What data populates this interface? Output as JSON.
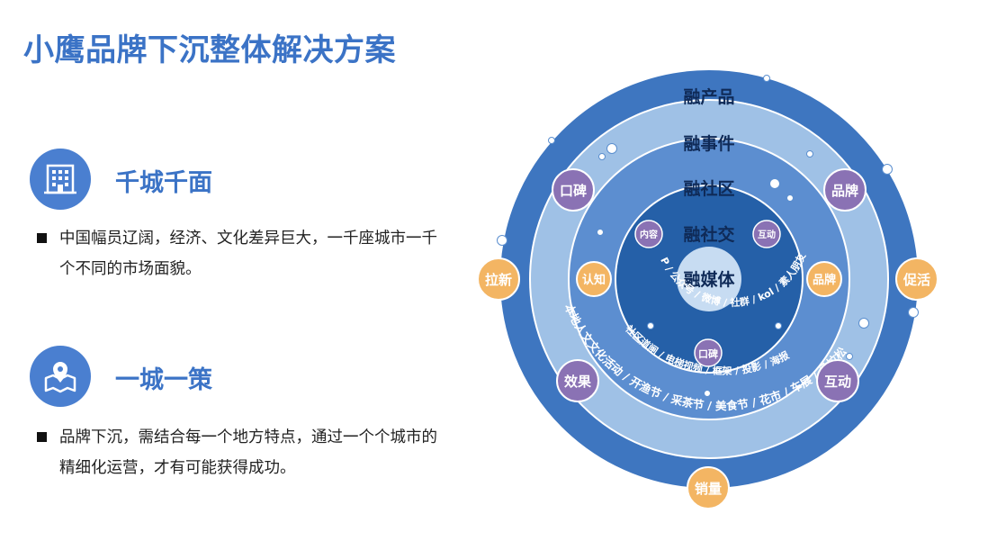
{
  "page_title": "小鹰品牌下沉整体解决方案",
  "sections": [
    {
      "icon": "building-icon",
      "heading": "千城千面",
      "text": "中国幅员辽阔，经济、文化差异巨大，一千座城市一千个不同的市场面貌。"
    },
    {
      "icon": "map-pin-icon",
      "heading": "一城一策",
      "text": "品牌下沉，需结合每一个地方特点，通过一个个城市的精细化运营，才有可能获得成功。"
    }
  ],
  "diagram": {
    "colors": {
      "ring1": "#3e76c0",
      "ring2": "#9fc1e6",
      "ring3": "#5c8ed0",
      "ring4": "#2560a8",
      "core": "#c7dcf2",
      "ring_label": "#0f2a57",
      "purple_badge": "#8a72b4",
      "orange_badge": "#f3b563"
    },
    "rings": [
      "融产品",
      "融事件",
      "融社区",
      "融社交"
    ],
    "core": "融媒体",
    "ring4_arc": [
      "APP",
      "公众号",
      "微博",
      "社群",
      "kol",
      "素人朋友圈"
    ],
    "ring3_arc": [
      "社区道闸",
      "电梯视频",
      "框架",
      "投影",
      "海报"
    ],
    "ring2_arc": [
      "本地人文文化活动",
      "开渔节",
      "采茶节",
      "美食节",
      "花市",
      "车展",
      "马拉松"
    ],
    "purple_badges": [
      "口碑",
      "品牌",
      "效果",
      "互动",
      "内容",
      "互动",
      "口碑"
    ],
    "orange_badges": [
      "拉新",
      "促活",
      "销量",
      "认知",
      "品牌"
    ]
  }
}
